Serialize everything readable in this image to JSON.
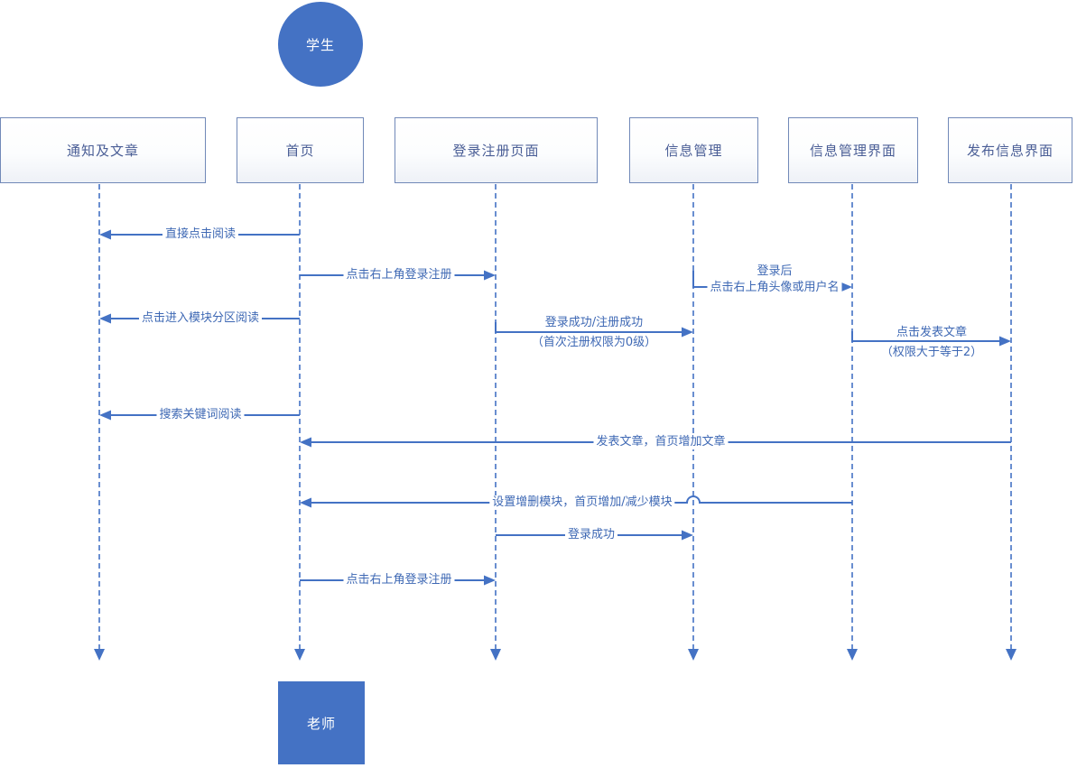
{
  "colors": {
    "primary_blue": "#4472C4",
    "box_border": "#7189B8",
    "box_text": "#4A5E96",
    "message_text": "#3E68B4",
    "background": "#ffffff"
  },
  "actors": {
    "top": "学生",
    "bottom": "老师"
  },
  "lifelines": [
    {
      "label": "通知及文章"
    },
    {
      "label": "首页"
    },
    {
      "label": "登录注册页面"
    },
    {
      "label": "信息管理"
    },
    {
      "label": "信息管理界面"
    },
    {
      "label": "发布信息界面"
    }
  ],
  "messages": [
    {
      "text": "直接点击阅读",
      "from": "首页",
      "to": "通知及文章",
      "direction": "left"
    },
    {
      "text": "点击右上角登录注册",
      "from": "首页",
      "to": "登录注册页面",
      "direction": "right"
    },
    {
      "line1": "登录后",
      "line2": "点击右上角头像或用户名",
      "from": "信息管理",
      "to": "信息管理界面",
      "direction": "right"
    },
    {
      "text": "点击进入模块分区阅读",
      "from": "首页",
      "to": "通知及文章",
      "direction": "left"
    },
    {
      "line1": "登录成功/注册成功",
      "line2": "（首次注册权限为0级）",
      "from": "登录注册页面",
      "to": "信息管理",
      "direction": "right"
    },
    {
      "line1": "点击发表文章",
      "line2": "（权限大于等于2）",
      "from": "信息管理界面",
      "to": "发布信息界面",
      "direction": "right"
    },
    {
      "text": "搜索关键词阅读",
      "from": "首页",
      "to": "通知及文章",
      "direction": "left"
    },
    {
      "text": "发表文章，首页增加文章",
      "from": "发布信息界面",
      "to": "首页",
      "direction": "left"
    },
    {
      "text": "设置增删模块，首页增加/减少模块",
      "from": "信息管理界面",
      "to": "首页",
      "direction": "left"
    },
    {
      "text": "登录成功",
      "from": "登录注册页面",
      "to": "信息管理",
      "direction": "right"
    },
    {
      "text": "点击右上角登录注册",
      "from": "首页",
      "to": "登录注册页面",
      "direction": "right"
    }
  ]
}
